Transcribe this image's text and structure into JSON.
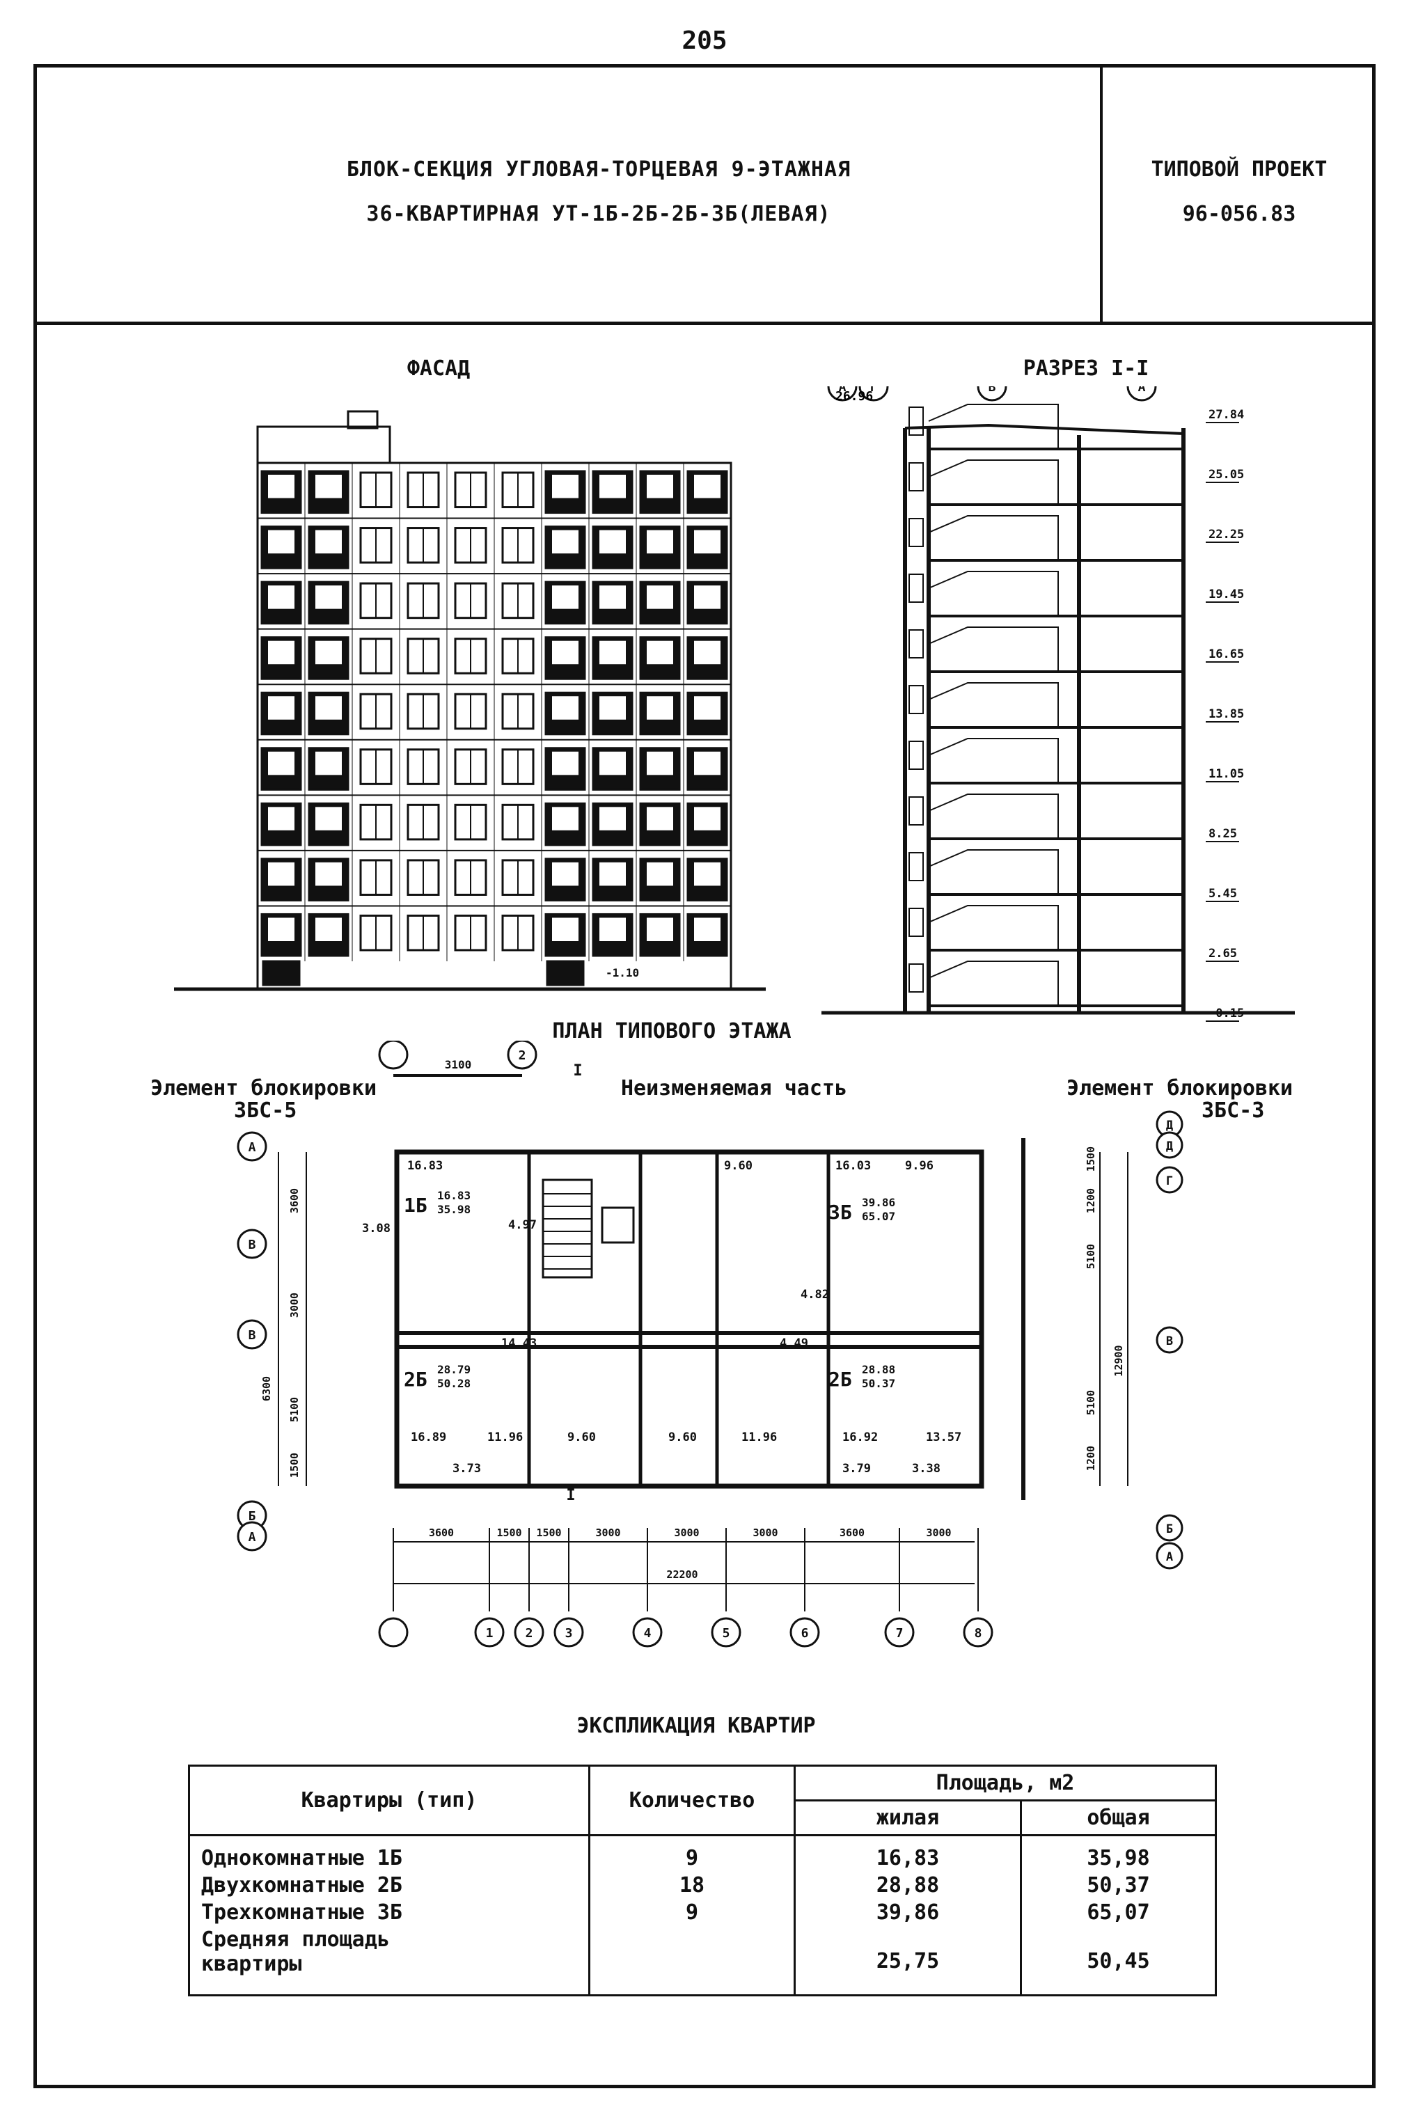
{
  "page_number": "205",
  "header": {
    "title_line1": "БЛОК-СЕКЦИЯ УГЛОВАЯ-ТОРЦЕВАЯ 9-ЭТАЖНАЯ",
    "title_line2": "36-КВАРТИРНАЯ УТ-1Б-2Б-2Б-3Б(ЛЕВАЯ)",
    "project_label": "ТИПОВОЙ ПРОЕКТ",
    "project_code": "96-056.83"
  },
  "facade": {
    "title": "ФАСАД",
    "floors": 9,
    "ground_level": "-1.10"
  },
  "section": {
    "title": "РАЗРЕЗ I-I",
    "levels": [
      "27.84",
      "25.05",
      "22.25",
      "19.45",
      "16.65",
      "13.85",
      "11.05",
      "8.25",
      "5.45",
      "2.65",
      "-0.15"
    ],
    "top_left_level": "26.96",
    "axes": [
      "А",
      "Г",
      "В",
      "А"
    ]
  },
  "plan": {
    "title": "ПЛАН ТИПОВОГО ЭТАЖА",
    "left_element": "Элемент блокировки",
    "left_element_code": "ЗБС-5",
    "right_element": "Элемент блокировки",
    "right_element_code": "ЗБС-3",
    "unchanged_part": "Неизменяемая часть",
    "top_dim": "3100",
    "top_axis_right": "2",
    "apartments": [
      {
        "type": "1Б",
        "living": "16.83",
        "total": "35.98"
      },
      {
        "type": "3Б",
        "living": "39.86",
        "total": "65.07"
      },
      {
        "type": "2Б",
        "living": "28.79",
        "total": "50.28"
      },
      {
        "type": "2Б",
        "living": "28.88",
        "total": "50.37"
      }
    ],
    "room_areas": [
      "16.83",
      "3.08",
      "4.97",
      "9.60",
      "16.03",
      "9.96",
      "4.82",
      "14.43",
      "4.49",
      "16.89",
      "3.73",
      "11.96",
      "9.60",
      "9.60",
      "11.96",
      "16.92",
      "13.57",
      "3.79",
      "3.38"
    ],
    "left_dims": [
      "3600",
      "3000",
      "6300",
      "5100",
      "1500"
    ],
    "right_dims": [
      "1500",
      "1200",
      "5100",
      "12900",
      "5100",
      "1200"
    ],
    "left_axes": [
      "А",
      "В",
      "В",
      "Б",
      "А"
    ],
    "right_axes": [
      "Д",
      "Д",
      "Г",
      "В",
      "Б",
      "А"
    ],
    "bottom_dims": [
      "3600",
      "1500",
      "1500",
      "3000",
      "3000",
      "3000",
      "3600",
      "3000"
    ],
    "bottom_total": "22200",
    "bottom_axes": [
      "",
      "1",
      "2",
      "3",
      "4",
      "5",
      "6",
      "7",
      "8"
    ],
    "section_mark": "I"
  },
  "explication": {
    "title": "ЭКСПЛИКАЦИЯ КВАРТИР",
    "col_type": "Квартиры (тип)",
    "col_count": "Количество",
    "col_area": "Площадь, м2",
    "col_living": "жилая",
    "col_total": "общая",
    "rows": [
      {
        "type": "Однокомнатные 1Б",
        "count": "9",
        "living": "16,83",
        "total": "35,98"
      },
      {
        "type": "Двухкомнатные 2Б",
        "count": "18",
        "living": "28,88",
        "total": "50,37"
      },
      {
        "type": "Трехкомнатные 3Б",
        "count": "9",
        "living": "39,86",
        "total": "65,07"
      },
      {
        "type": "Средняя площадь квартиры",
        "count": "",
        "living": "25,75",
        "total": "50,45"
      }
    ]
  }
}
